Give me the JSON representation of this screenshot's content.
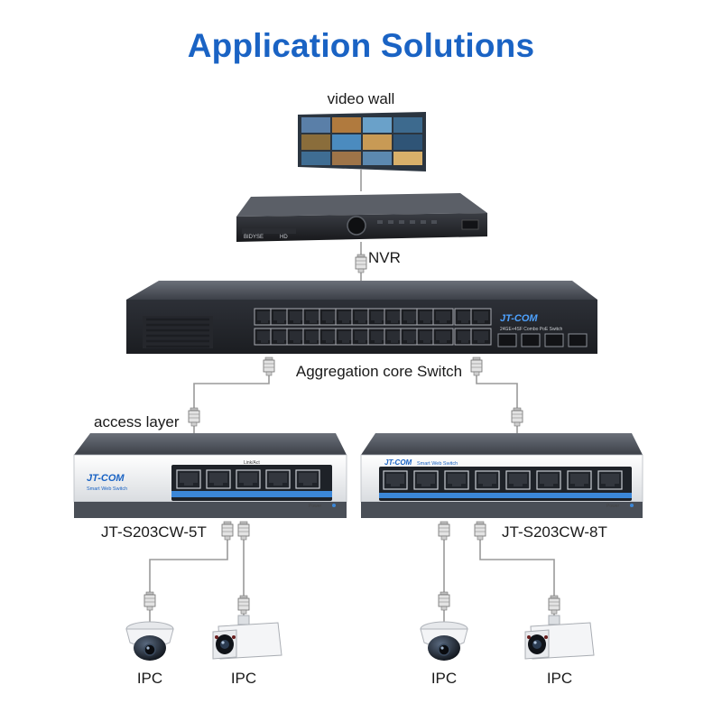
{
  "title": "Application Solutions",
  "labels": {
    "video_wall": "video wall",
    "nvr": "NVR",
    "core_switch": "Aggregation core Switch",
    "access_layer": "access layer",
    "switch_5t": "JT-S203CW-5T",
    "switch_8t": "JT-S203CW-8T",
    "ipc": "IPC"
  },
  "device_text": {
    "brand": "JT-COM",
    "smart_web_switch": "Smart Web Switch",
    "power": "Power",
    "link_act": "Link/Act",
    "core_model": "24GE+4SF Combo PoE Switch",
    "nvr_brand": "BIDYSE",
    "nvr_hd": "HD"
  },
  "colors": {
    "title_blue": "#1a63c4",
    "cable_grey": "#9a9a9a",
    "switch_body": "#4a4f57",
    "port_blue": "#2b6cc4"
  }
}
